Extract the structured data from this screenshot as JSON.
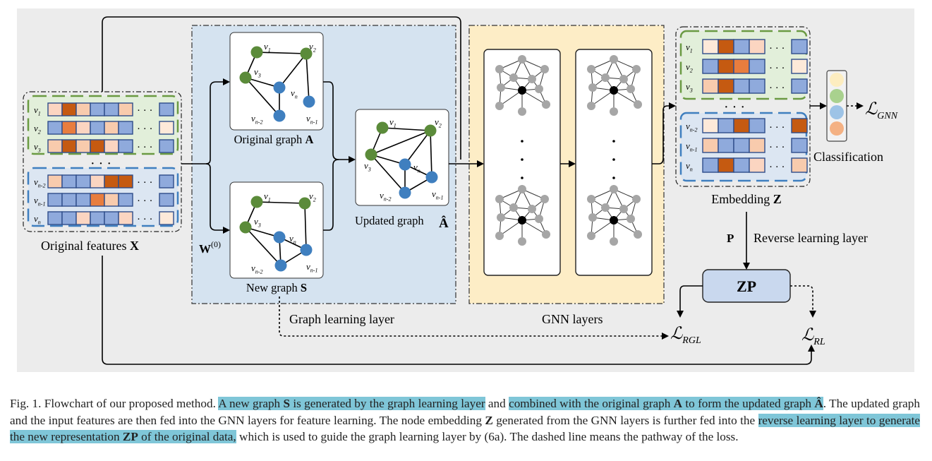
{
  "figure": {
    "features_label": "Original features ",
    "features_label_bold": "X",
    "original_graph_label": "Original graph ",
    "original_graph_label_bold": "A",
    "new_graph_label": "New graph ",
    "new_graph_label_bold": "S",
    "updated_graph_label": "Updated graph",
    "updated_graph_symbol": "Â",
    "w0_label": "W",
    "w0_sup": "(0)",
    "graph_learning_layer_label": "Graph learning layer",
    "gnn_layers_label": "GNN layers",
    "embedding_label": "Embedding ",
    "embedding_label_bold": "Z",
    "classification_label": "Classification",
    "p_label": "P",
    "reverse_layer_label": "Reverse learning layer",
    "zp_label": "ZP",
    "loss_gnn": "GNN",
    "loss_rgl": "RGL",
    "loss_rl": "RL",
    "loss_symbol": "ℒ",
    "ellipsis_h": "· · ·",
    "node_labels": [
      "v1",
      "v2",
      "v3",
      "vn-2",
      "vn-1",
      "vn"
    ],
    "colors": {
      "panel_bg": "#ececec",
      "graph_layer_bg": "#d5e3f0",
      "gnn_layer_bg": "#fdedc6",
      "green_node": "#5b8b3a",
      "blue_node": "#3f7fbf",
      "gray_node": "#a6a6a6",
      "zp_box": "#c9d8ee"
    }
  },
  "caption": {
    "prefix": "Fig. 1.   Flowchart of our proposed method. ",
    "hl1_a": "A new graph ",
    "hl1_b": "S",
    "hl1_c": " is generated by the graph learning layer",
    "mid1": " and ",
    "hl2_a": "combined with the original graph ",
    "hl2_b": "A",
    "hl2_c": " to form the updated graph ",
    "hl2_d": "Â",
    "mid2": ". The updated graph and the input features are then fed into the GNN layers for feature learning. The node embedding ",
    "z": "Z",
    "mid3": " generated from the GNN layers is further fed into the ",
    "hl3_a": "reverse learning layer to generate the new representation ",
    "hl3_b": "ZP",
    "hl3_c": " of the original data,",
    "suffix": " which is used to guide the graph learning layer by (6a). The dashed line means the pathway of the loss."
  }
}
